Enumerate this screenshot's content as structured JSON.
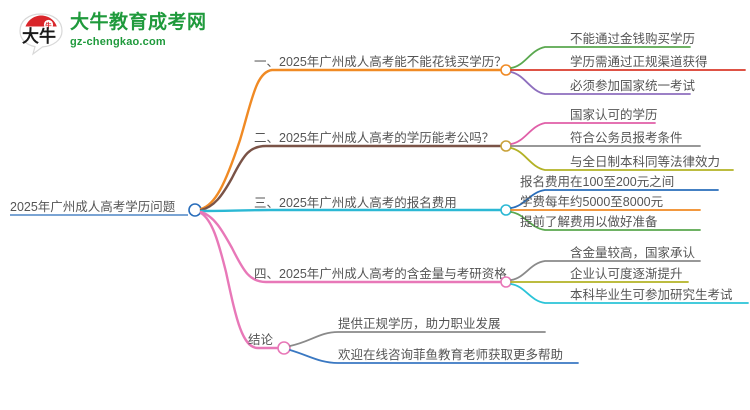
{
  "brand": {
    "logo_icon": "speech-bubble-logo-icon",
    "logo_mark_text": "大牛",
    "title": "大牛教育成考网",
    "url": "gz-chengkao.com",
    "color": "#1f9a3c",
    "mark_color": "#d9252a"
  },
  "mindmap": {
    "root": {
      "label": "2025年广州成人高考学历问题",
      "node_color": "#2a6ebb"
    },
    "branches": [
      {
        "label": "一、2025年广州成人高考能不能花钱买学历？",
        "color": "#f08a24",
        "node_color": "#f08a24",
        "children": [
          {
            "label": "不能通过金钱购买学历",
            "color": "#5aa84f"
          },
          {
            "label": "学历需通过正规渠道获得",
            "color": "#d93a2b"
          },
          {
            "label": "必须参加国家统一考试",
            "color": "#8e6fbe"
          }
        ]
      },
      {
        "label": "二、2025年广州成人高考的学历能考公吗？",
        "color": "#7a5347",
        "node_color": "#c9a23a",
        "children": [
          {
            "label": "国家认可的学历",
            "color": "#e05fa8"
          },
          {
            "label": "符合公务员报考条件",
            "color": "#8a8a8a"
          },
          {
            "label": "与全日制本科同等法律效力",
            "color": "#b3b226"
          }
        ]
      },
      {
        "label": "三、2025年广州成人高考的报名费用",
        "color": "#2bb8d4",
        "node_color": "#2bb8d4",
        "children": [
          {
            "label": "报名费用在100至200元之间",
            "color": "#2a6ebb"
          },
          {
            "label": "学费每年约5000至8000元",
            "color": "#f08a24"
          },
          {
            "label": "提前了解费用以做好准备",
            "color": "#5aa84f"
          }
        ]
      },
      {
        "label": "四、2025年广州成人高考的含金量与考研资格",
        "color": "#e878b8",
        "node_color": "#e878b8",
        "children": [
          {
            "label": "含金量较高，国家承认",
            "color": "#8a8a8a"
          },
          {
            "label": "企业认可度逐渐提升",
            "color": "#b3b226"
          },
          {
            "label": "本科毕业生可参加研究生考试",
            "color": "#2bc4d8"
          }
        ]
      },
      {
        "label": "结论",
        "color": "#e878b8",
        "node_color": "#e878b8",
        "children": [
          {
            "label": "提供正规学历，助力职业发展",
            "color": "#8a8a8a"
          },
          {
            "label": "欢迎在线咨询菲鱼教育老师获取更多帮助",
            "color": "#3a78c2"
          }
        ]
      }
    ]
  }
}
